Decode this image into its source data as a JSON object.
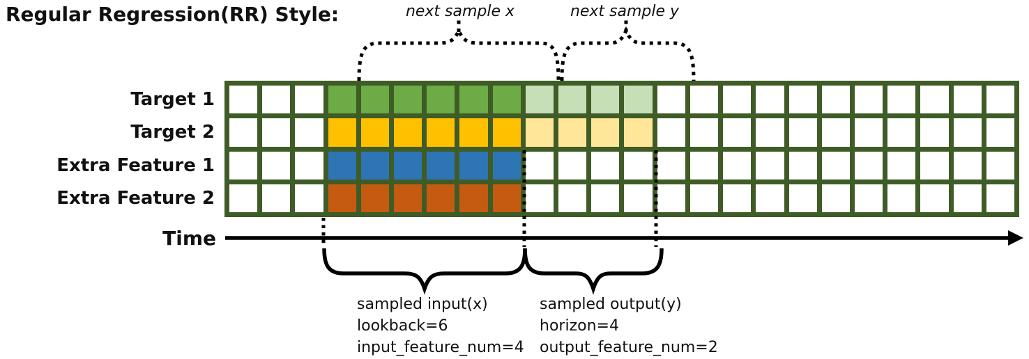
{
  "title": "Regular Regression(RR) Style:",
  "colors": {
    "grid_border": "#3F5C26",
    "line_color": "#000000",
    "background": "#FFFFFF"
  },
  "grid": {
    "total_cols": 24,
    "lookback_start_col": 3,
    "lookback_len": 6,
    "horizon_len": 4,
    "rows": [
      {
        "label": "Target 1",
        "dark": "#6CAB45",
        "light": "#C6DFB6",
        "has_horizon": true
      },
      {
        "label": "Target 2",
        "dark": "#FFC000",
        "light": "#FFE699",
        "has_horizon": true
      },
      {
        "label": "Extra Feature 1",
        "dark": "#2E75B6",
        "light": null,
        "has_horizon": false
      },
      {
        "label": "Extra Feature 2",
        "dark": "#C55A11",
        "light": null,
        "has_horizon": false
      }
    ]
  },
  "annotations": {
    "next_sample_x": "next sample x",
    "next_sample_y": "next sample y",
    "time_label": "Time",
    "input_lines": [
      "sampled input(x)",
      "lookback=6",
      "input_feature_num=4"
    ],
    "output_lines": [
      "sampled output(y)",
      "horizon=4",
      "output_feature_num=2"
    ]
  }
}
